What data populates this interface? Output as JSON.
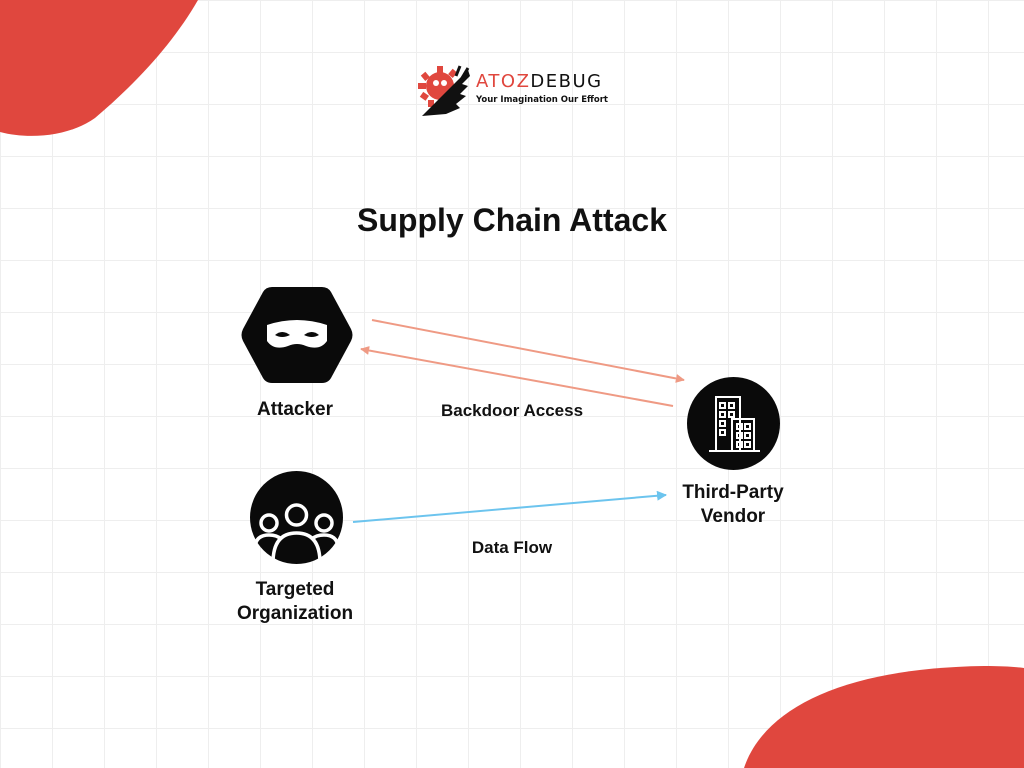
{
  "brand": {
    "name_part1": "ATOZ",
    "name_part2": "DEBUG",
    "tagline": "Your Imagination Our Effort",
    "accent_color": "#e0473e"
  },
  "title": "Supply Chain Attack",
  "nodes": {
    "attacker": {
      "label": "Attacker",
      "icon": "mask-icon"
    },
    "vendor": {
      "label_line1": "Third-Party",
      "label_line2": "Vendor",
      "icon": "building-icon"
    },
    "org": {
      "label_line1": "Targeted",
      "label_line2": "Organization",
      "icon": "people-icon"
    }
  },
  "edges": {
    "backdoor": {
      "label": "Backdoor Access",
      "color": "#ef9a84"
    },
    "data_flow": {
      "label": "Data Flow",
      "color": "#6cc4ee"
    }
  },
  "colors": {
    "node_fill": "#0a0a0a",
    "blob": "#e0473e"
  }
}
